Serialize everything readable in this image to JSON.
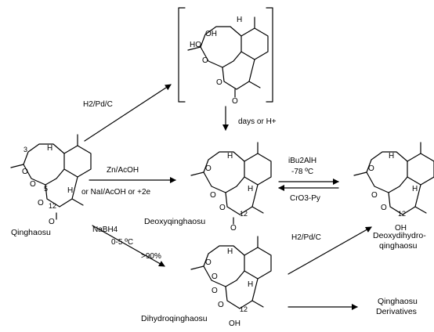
{
  "compounds": {
    "qinghaosu": "Qinghaosu",
    "deoxyqinghaosu": "Deoxyqinghaosu",
    "deoxydihydroqinghaosu_line1": "Deoxydihydro-",
    "deoxydihydroqinghaosu_line2": "qinghaosu",
    "dihydroqinghaosu": "Dihydroqinghaosu",
    "derivatives_line1": "Qinghaosu",
    "derivatives_line2": "Derivatives"
  },
  "conditions": {
    "h2_pd_c_top": "H2/Pd/C",
    "days_or_h": "days  or H+",
    "zn_acoh": "Zn/AcOH",
    "nai_alt": "or NaI/AcOH or +2e",
    "dibal": "iBu2AlH",
    "dibal_temp": "-78 ºC",
    "cro3_py": "CrO3-Py",
    "nabh4": "NaBH4",
    "nabh4_temp": "0-5 ºC",
    "nabh4_yield": ">90%",
    "h2_pd_c_right": "H2/Pd/C"
  },
  "atom_labels": {
    "H": "H",
    "O": "O",
    "OH": "OH",
    "HO": "HO",
    "C12": "12",
    "C3": "3",
    "C5": "5"
  }
}
